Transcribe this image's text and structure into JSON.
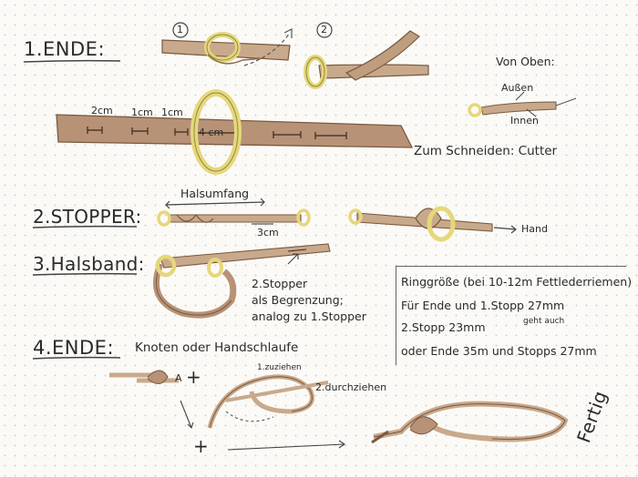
{
  "section1": {
    "title": "1.ENDE:",
    "step1": "1",
    "step2": "2",
    "marks": {
      "cm2": "2cm",
      "cm1": "1cm",
      "cm1b": "1cm",
      "cm4": "4 cm"
    },
    "von_oben": "Von Oben:",
    "aussen": "Außen",
    "innen": "Innen",
    "schneiden": "Zum Schneiden: Cutter"
  },
  "section2": {
    "title": "2.STOPPER:",
    "halsumfang": "Halsumfang",
    "cm3": "3cm",
    "hand": "Hand"
  },
  "section3": {
    "title": "3.Halsband:",
    "note_lines": [
      "2.Stopper",
      "als Begrenzung;",
      "analog zu 1.Stopper"
    ]
  },
  "ringbox": {
    "heading": "Ringgröße (bei 10-12m Fettlederriemen)",
    "line1": "Für Ende und 1.Stopp 27mm",
    "line2": "2.Stopp 23mm",
    "line2_note": "geht auch",
    "line3": "oder Ende 35m und Stopps 27mm"
  },
  "section4": {
    "title": "4.ENDE:",
    "subtitle": "Knoten oder Handschlaufe",
    "label_a": "A",
    "plus1": "+",
    "plus2": "+",
    "step1": "1.zuziehen",
    "step2": "2.durchziehen",
    "fertig": "Fertig"
  },
  "colors": {
    "leather": "#c9a98c",
    "leather_dark": "#a07a5c",
    "ring": "#e6d77a",
    "ring_edge": "#8f8a4a"
  }
}
